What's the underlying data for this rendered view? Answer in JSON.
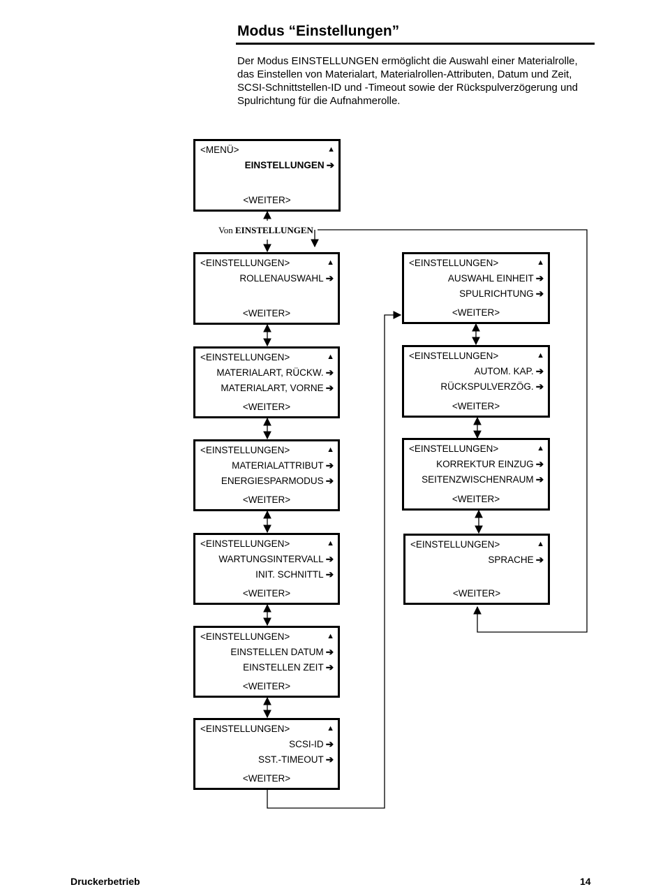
{
  "heading": "Modus “Einstellungen”",
  "intro": "Der Modus EINSTELLUNGEN ermöglicht die Auswahl einer Materialrolle, das Einstellen von Materialart, Materialrollen-Attributen, Datum und Zeit, SCSI-Schnittstellen-ID und -Timeout sowie der Rückspulverzögerung und Spulrichtung für die Aufnahmerolle.",
  "von_label": {
    "prefix": "Von",
    "target": "EINSTELLUNGEN"
  },
  "menu_box": {
    "header": "<MENÜ>",
    "item1": "EINSTELLUNGEN",
    "continue": "<WEITER>"
  },
  "left_boxes": [
    {
      "header": "<EINSTELLUNGEN>",
      "item1": "ROLLENAUSWAHL",
      "item2": "",
      "continue": "<WEITER>"
    },
    {
      "header": "<EINSTELLUNGEN>",
      "item1": "MATERIALART, RÜCKW.",
      "item2": "MATERIALART, VORNE",
      "continue": "<WEITER>"
    },
    {
      "header": "<EINSTELLUNGEN>",
      "item1": "MATERIALATTRIBUT",
      "item2": "ENERGIESPARMODUS",
      "continue": "<WEITER>"
    },
    {
      "header": "<EINSTELLUNGEN>",
      "item1": "WARTUNGSINTERVALL",
      "item2": "INIT. SCHNITTL",
      "continue": "<WEITER>"
    },
    {
      "header": "<EINSTELLUNGEN>",
      "item1": "EINSTELLEN DATUM",
      "item2": "EINSTELLEN ZEIT",
      "continue": "<WEITER>"
    },
    {
      "header": "<EINSTELLUNGEN>",
      "item1": "SCSI-ID",
      "item2": "SST.-TIMEOUT",
      "continue": "<WEITER>"
    }
  ],
  "right_boxes": [
    {
      "header": "<EINSTELLUNGEN>",
      "item1": "AUSWAHL EINHEIT",
      "item2": "SPULRICHTUNG",
      "continue": "<WEITER>"
    },
    {
      "header": "<EINSTELLUNGEN>",
      "item1": "AUTOM. KAP.",
      "item2": "RÜCKSPULVERZÖG.",
      "continue": "<WEITER>"
    },
    {
      "header": "<EINSTELLUNGEN>",
      "item1": "KORREKTUR EINZUG",
      "item2": "SEITENZWISCHENRAUM",
      "continue": "<WEITER>"
    },
    {
      "header": "<EINSTELLUNGEN>",
      "item1": "SPRACHE",
      "item2": "",
      "continue": "<WEITER>"
    }
  ],
  "icons": {
    "scroll_up": "triangle-up-icon",
    "next": "arrow-right-icon"
  },
  "footer": {
    "section": "Druckerbetrieb",
    "page": "14"
  }
}
